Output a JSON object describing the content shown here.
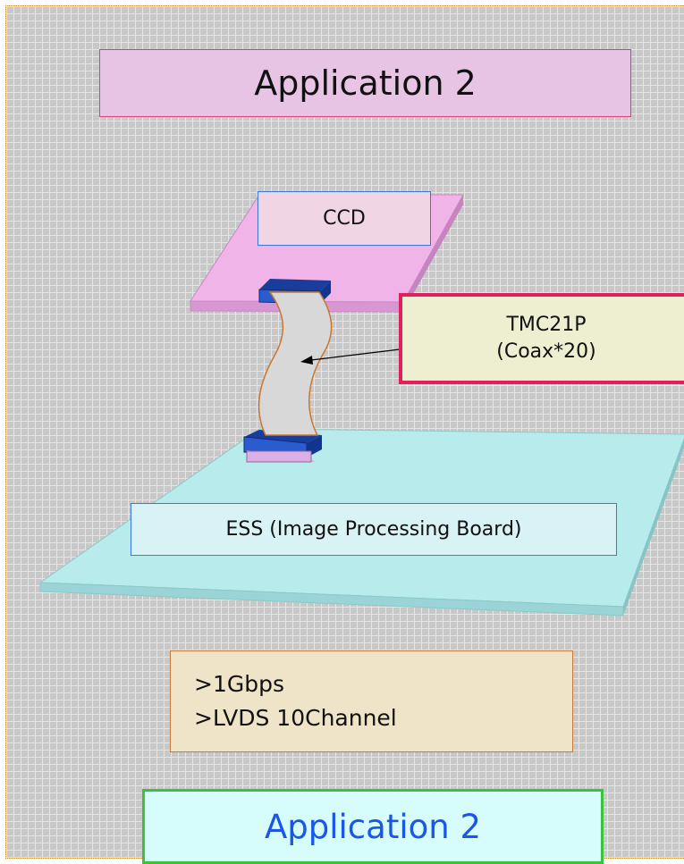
{
  "title": "Application 2",
  "ccd_label": "CCD",
  "cable": {
    "line1": "TMC21P",
    "line2": "(Coax*20)"
  },
  "ess_label": "ESS (Image Processing Board)",
  "specs": [
    ">1Gbps",
    ">LVDS 10Channel"
  ],
  "footer": "Application 2",
  "colors": {
    "title_fill": "#e8c4e4",
    "title_border": "#e0407a",
    "ccd_board": "#f0b4e8",
    "ess_board": "#b8ecec",
    "connector": "#1450b4",
    "cable_fill": "#d8d8d8",
    "cable_outline": "#c8782c",
    "highlight_border": "#e0205c",
    "footer_text": "#1a56e8",
    "footer_border": "#3cc23c"
  }
}
